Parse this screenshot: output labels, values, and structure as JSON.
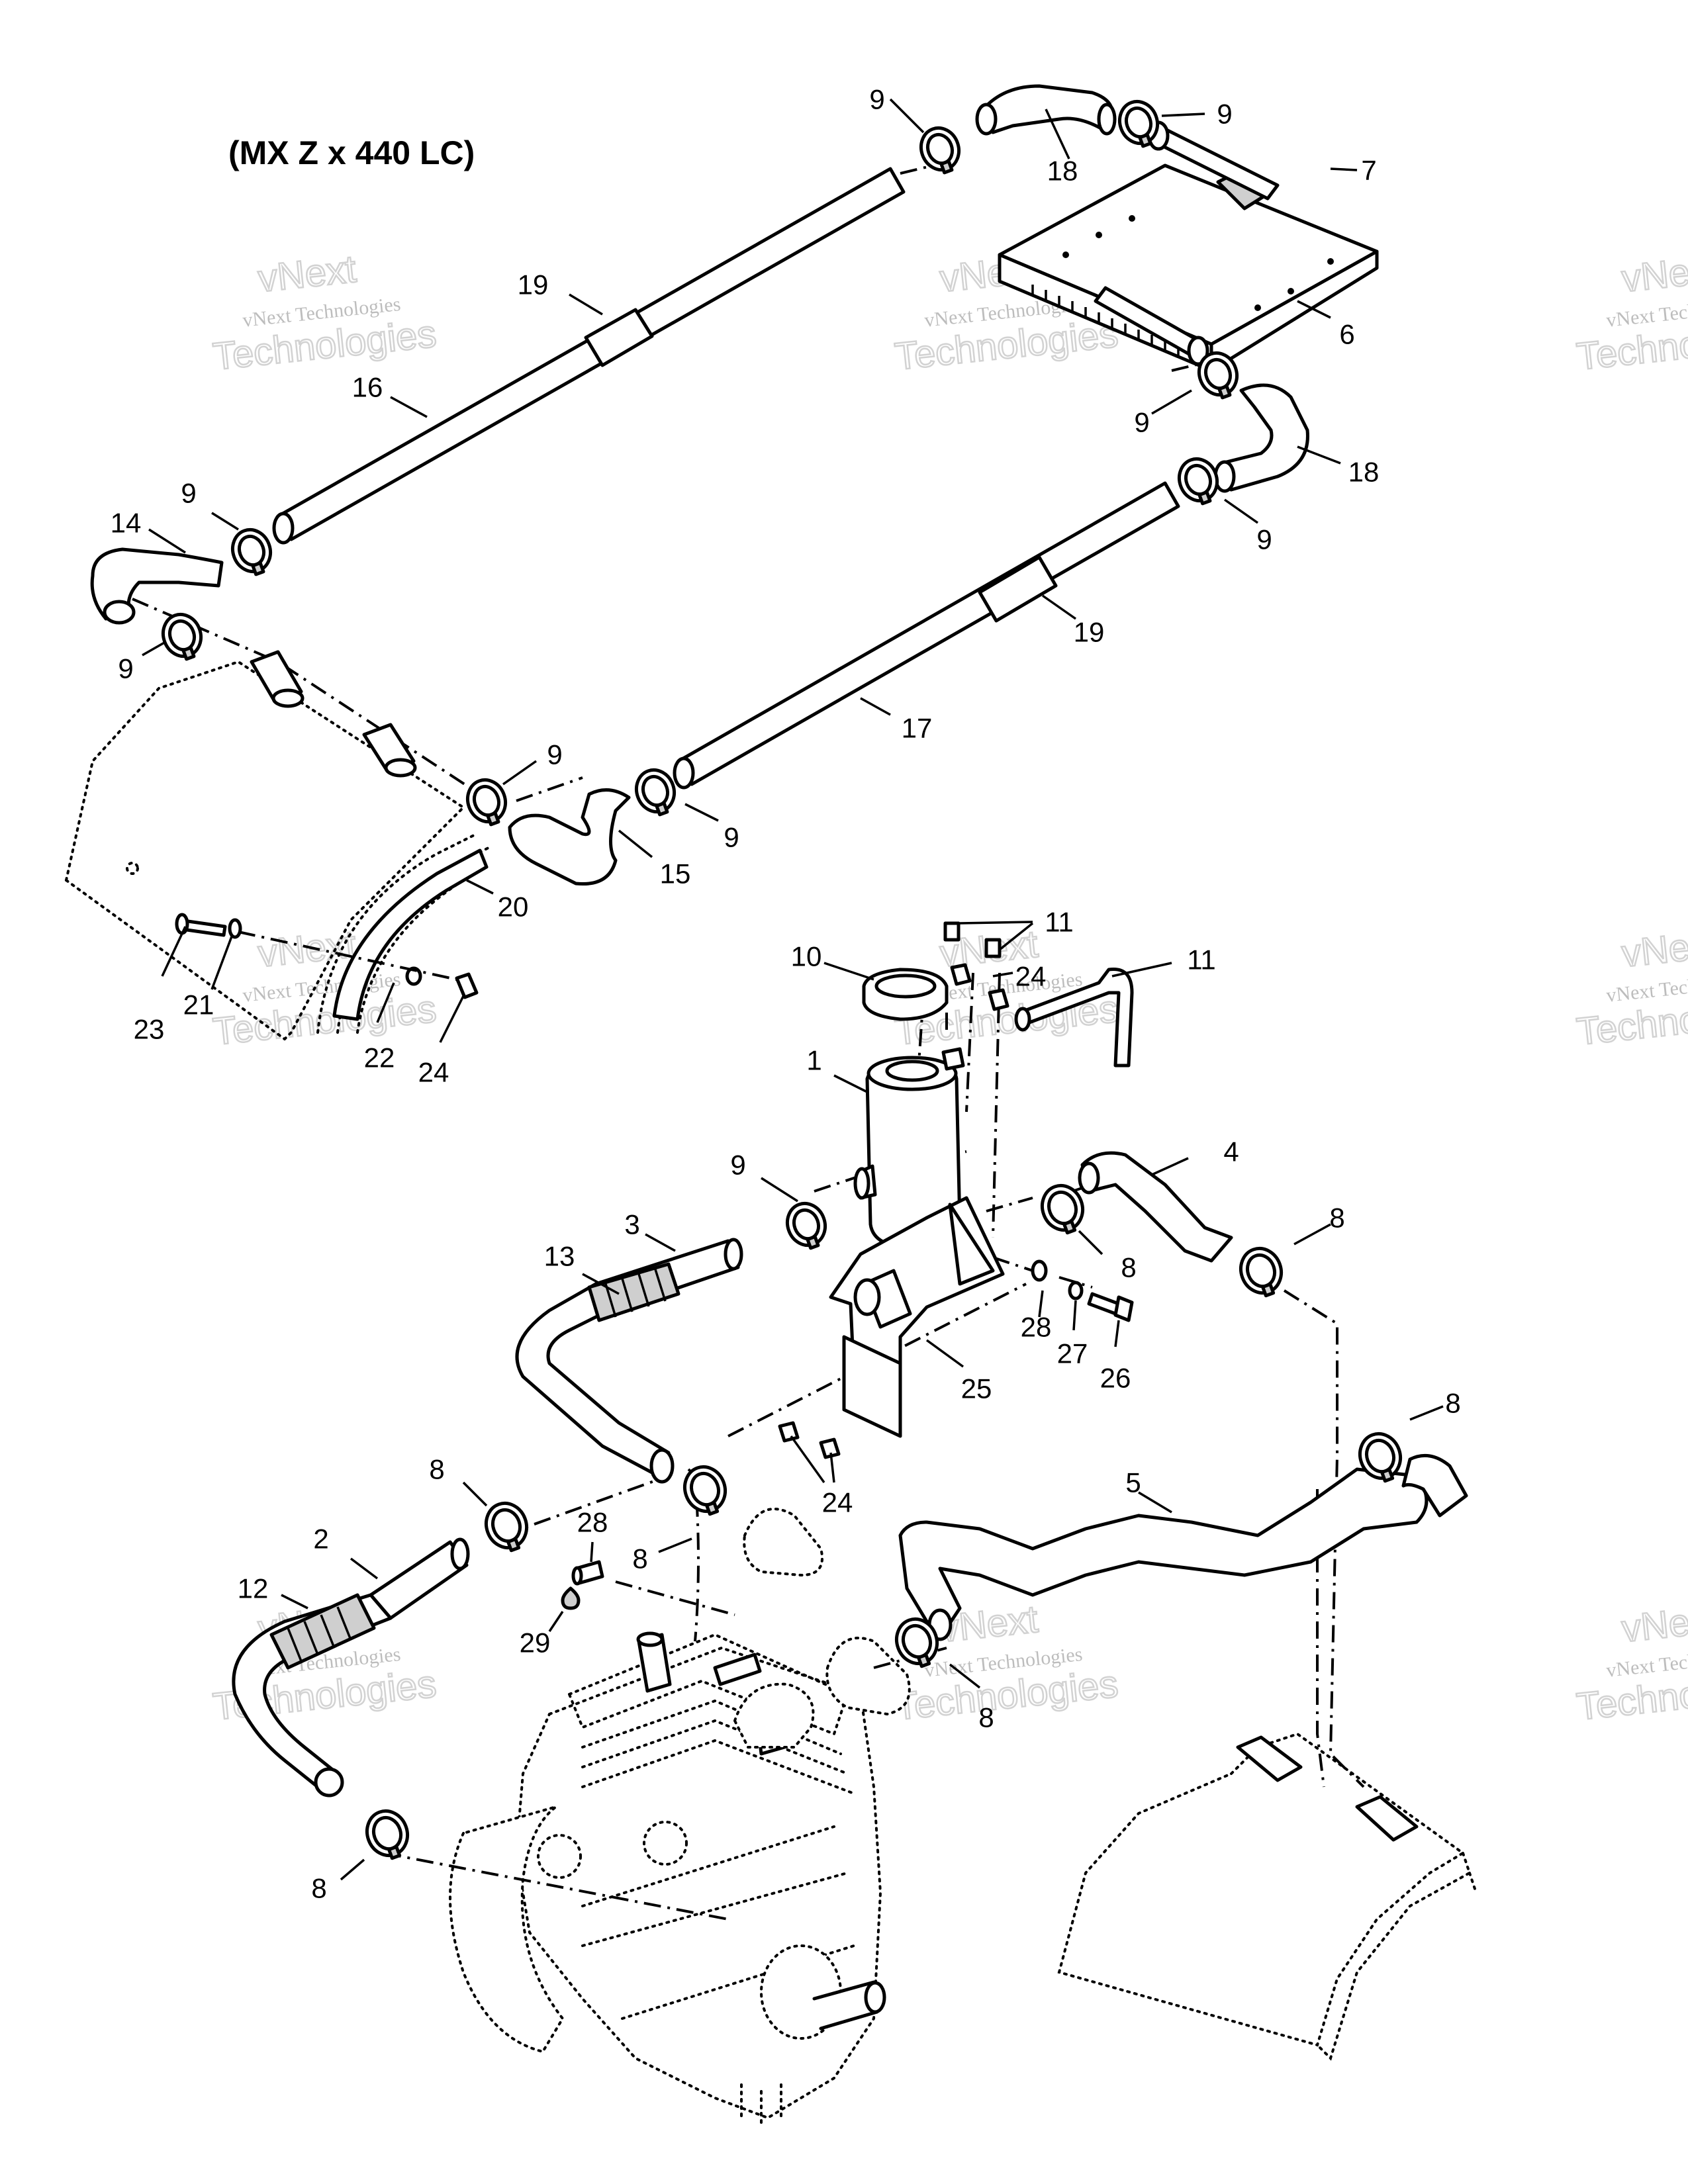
{
  "title": "(MX Z x 440 LC)",
  "watermark": {
    "line1": "vNext",
    "line2": "vNext Technologies",
    "line3": "Technologies"
  },
  "callouts": [
    "1",
    "2",
    "3",
    "4",
    "5",
    "6",
    "7",
    "8",
    "8",
    "8",
    "8",
    "8",
    "8",
    "8",
    "9",
    "9",
    "9",
    "9",
    "9",
    "9",
    "9",
    "9",
    "9",
    "10",
    "11",
    "11",
    "12",
    "13",
    "14",
    "15",
    "16",
    "17",
    "18",
    "18",
    "19",
    "19",
    "20",
    "21",
    "22",
    "23",
    "24",
    "24",
    "24",
    "25",
    "26",
    "27",
    "28",
    "28",
    "29"
  ]
}
